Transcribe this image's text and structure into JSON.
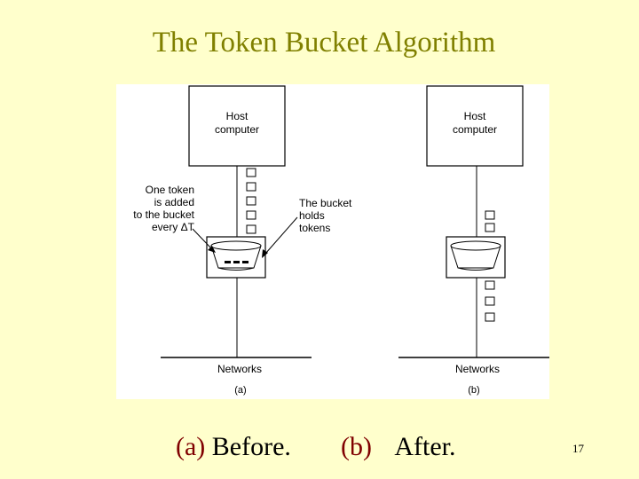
{
  "slide": {
    "title": "The Token Bucket Algorithm",
    "slide_number": "17",
    "caption_a_tag": "(a)",
    "caption_a_text": "Before.",
    "caption_b_tag": "(b)",
    "caption_b_text": "After."
  },
  "diagram": {
    "panel_a": {
      "host_label_line1": "Host",
      "host_label_line2": "computer",
      "left_note": [
        "One token",
        "is added",
        "to the bucket",
        "every ΔT"
      ],
      "right_note": [
        "The bucket",
        "holds",
        "tokens"
      ],
      "network_label": "Networks",
      "sub_label": "(a)"
    },
    "panel_b": {
      "host_label_line1": "Host",
      "host_label_line2": "computer",
      "network_label": "Networks",
      "sub_label": "(b)"
    }
  },
  "colors": {
    "background": "#FFFFCC",
    "title": "#808000",
    "caption_tag": "#800000",
    "figure_bg": "#FFFFFF",
    "line": "#000000"
  }
}
